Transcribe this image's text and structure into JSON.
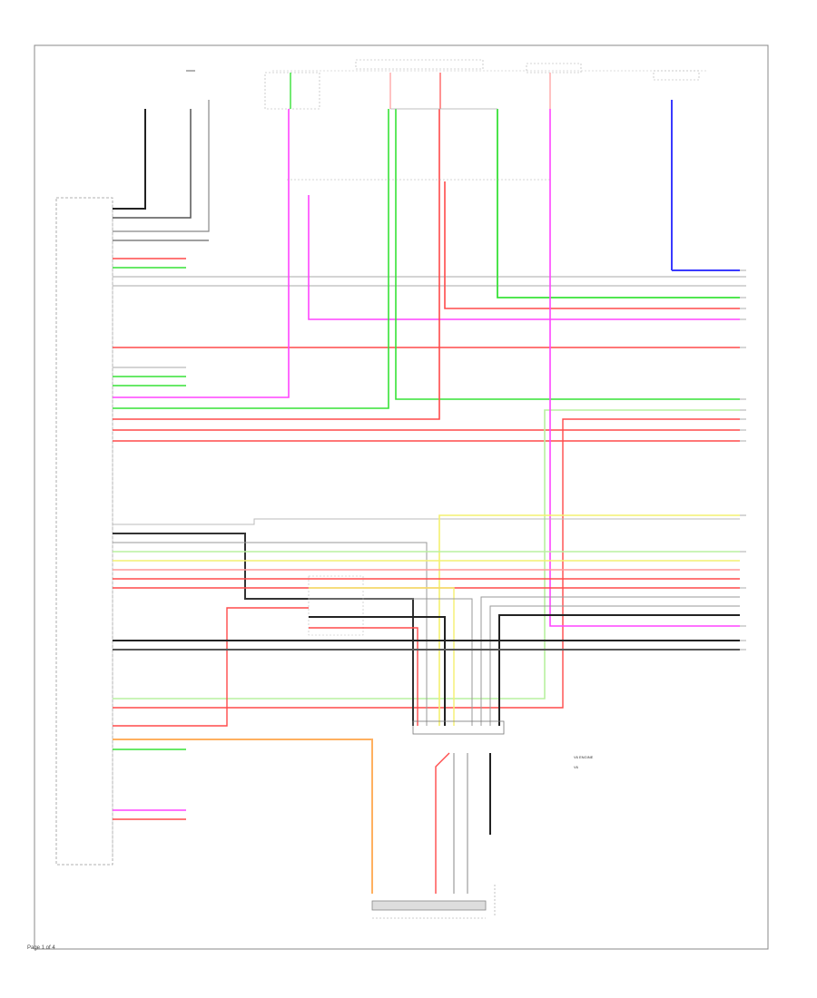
{
  "page_label": "Page 1 of 4",
  "legend": {
    "items": [
      {
        "key": "1",
        "text": "V6 ENGINE"
      },
      {
        "key": "2",
        "text": "V6"
      }
    ]
  },
  "colors": {
    "black": "#222222",
    "gray": "#9a9a9a",
    "red": "#ff4a4a",
    "pink": "#ff9a9a",
    "green": "#37e237",
    "lightgreen": "#b8f0a0",
    "magenta": "#ff44ff",
    "blue": "#3a3aff",
    "yellow": "#f4f070",
    "orange": "#ffb060",
    "frame": "#888888"
  }
}
